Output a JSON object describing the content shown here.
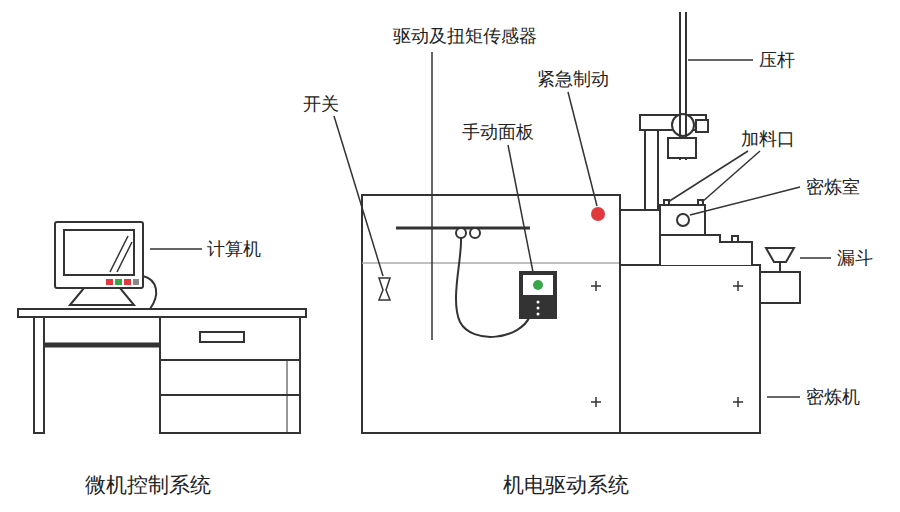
{
  "diagram": {
    "labels": [
      "计算机",
      "开关",
      "驱动及扭矩传感器",
      "手动面板",
      "紧急制动",
      "压杆",
      "加料口",
      "密炼室",
      "漏斗",
      "密炼机",
      "微机控制系统",
      "机电驱动系统"
    ]
  }
}
